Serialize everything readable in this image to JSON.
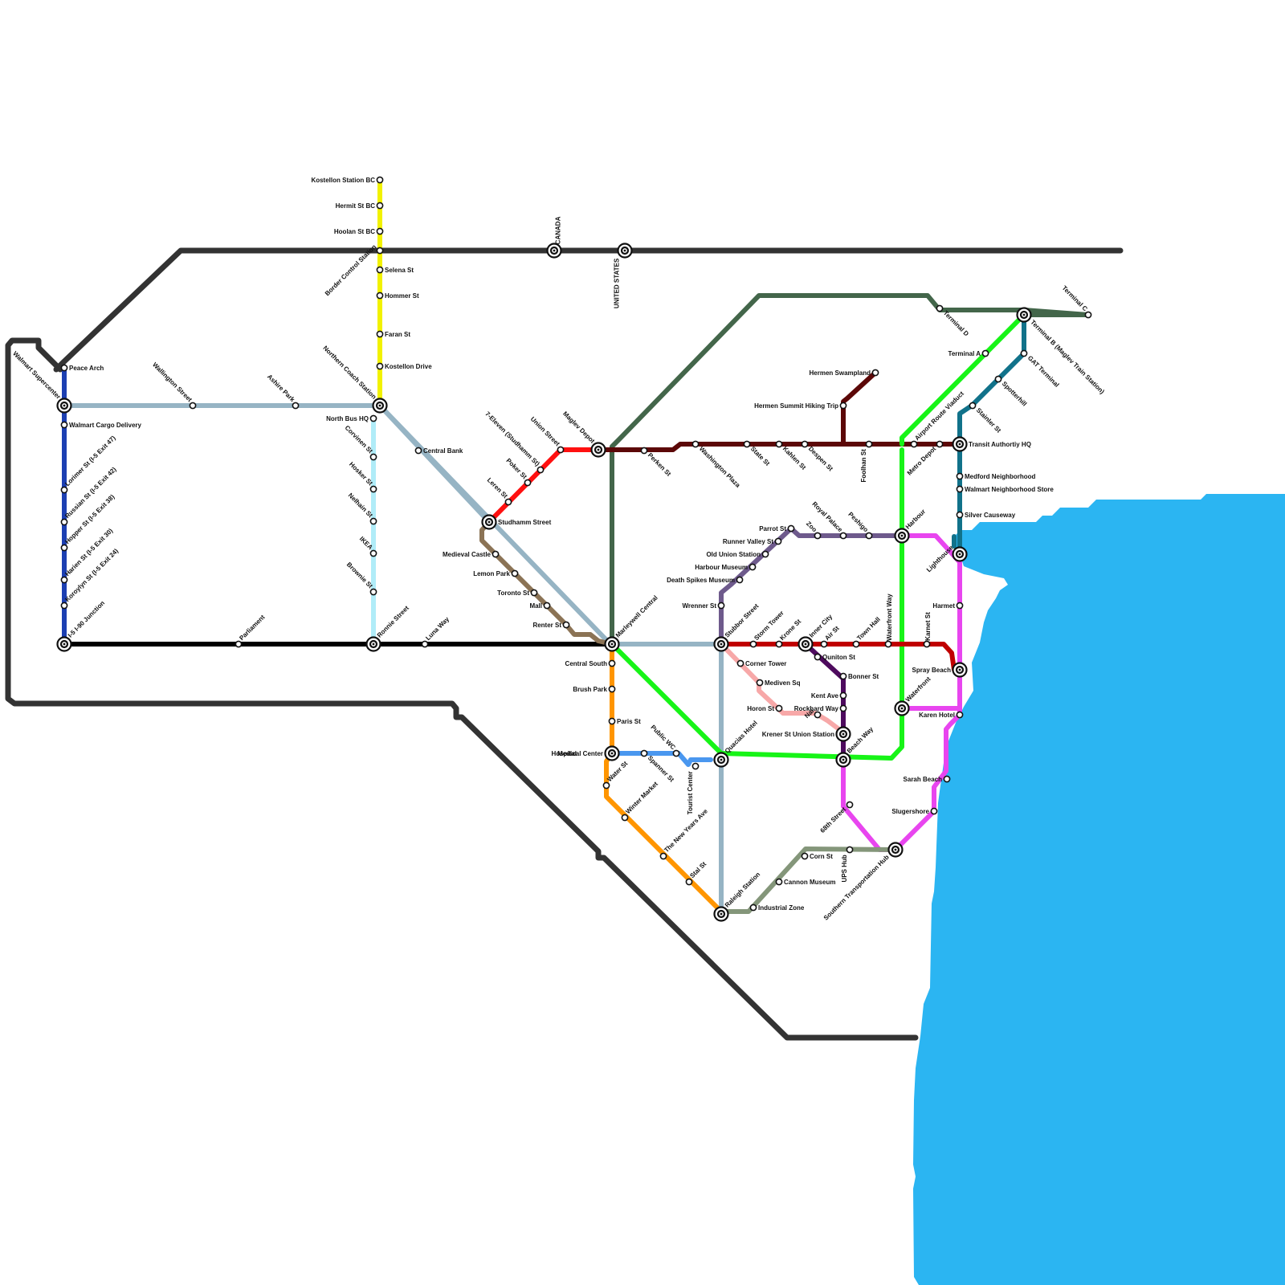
{
  "colors": {
    "border": "#333333",
    "water": "#2bb5f2",
    "yellow": "#f2f200",
    "blue": "#1c3fb2",
    "greyblue": "#96b4c4",
    "cyan": "#b0ecf8",
    "black": "#000000",
    "red": "#ff1010",
    "brown": "#8b7355",
    "darkgreen": "#43664a",
    "maroon": "#5c0808",
    "green": "#17f417",
    "purple": "#6e5a8c",
    "crimson": "#c00000",
    "pink": "#f7a8a8",
    "darkpurple": "#4e0b5e",
    "magenta": "#e845ef",
    "teal": "#11728a",
    "orange": "#ff9500",
    "lightblue": "#4a97ef",
    "olive": "#84967a"
  },
  "labels": {
    "kostellon_station_bc": "Kostellon Station BC",
    "hermit_st_bc": "Hermit St BC",
    "hoolan_st_bc": "Hoolan St BC",
    "border_control_station": "Border Control Station",
    "selena_st": "Selena St",
    "hommer_st": "Hommer St",
    "faran_st": "Faran St",
    "kostellon_drive": "Kostellon Drive",
    "northern_coach_station": "Northern Coach Station",
    "canada": "CANADA",
    "united_states": "UNITED STATES",
    "peace_arch": "Peace Arch",
    "walmart_supercenter": "Walmart Supercenter",
    "wallington_street": "Wallington Street",
    "ashire_park": "Ashire Park",
    "walmart_cargo_delivery": "Walmart Cargo Delivery",
    "lorimer_st": "Lorimer St (I-5 Exit 47)",
    "russian_st": "Russian St (I-5 Exit 42)",
    "hopper_st": "Hopper St (I-5 Exit 38)",
    "harien_st": "Harien St (I-5 Exit 30)",
    "koroylyn_st": "Koroylyn St (I-5 Exit 24)",
    "i5_i90_junction": "I-5 I-90 Junction",
    "parliament": "Parliament",
    "ronnie_street": "Ronnie Street",
    "luna_way": "Luna Way",
    "north_bus_hq": "North Bus HQ",
    "corvinen_st": "Corvinen St",
    "hosker_st": "Hosker St",
    "nelhain_st": "Nelhain St",
    "ikea": "IKEA",
    "brownie_st": "Brownie St",
    "central_bank": "Central Bank",
    "seven_eleven": "7-Eleven (Studhamm St)",
    "union_street": "Union Street",
    "maglev_depot": "Maglev Depot",
    "poker_st": "Poker St",
    "leren_st": "Leren St",
    "studhamm_street": "Studhamm Street",
    "medieval_castle": "Medieval Castle",
    "lemon_park": "Lemon Park",
    "toronto_st": "Toronto St",
    "mall": "Mall",
    "renter_st": "Renter St",
    "marleywell_central": "Marleywell Central",
    "perken_st": "Perken St",
    "washington_plaza": "Washington Plaza",
    "state_st": "State St",
    "kahlen_st": "Kahlen St",
    "despen_st": "Despen St",
    "foolhan_st": "Foolhan St",
    "hermen_swampland": "Hermen Swampland",
    "hermen_summit": "Hermen Summit Hiking Trip",
    "airport_route_viaduct": "Airport Route Viaduct",
    "metro_depot": "Metro Depot",
    "transit_authority_hq": "Transit Authortiy HQ",
    "terminal_d": "Terminal D",
    "terminal_c": "Terminal C",
    "terminal_a": "Terminal A",
    "terminal_b": "Terminal B (Maglev Train Station)",
    "gat_terminal": "GAT Terminal",
    "spotterhill": "Spotterhill",
    "stainler_st": "Stainler St",
    "medford_neighborhood": "Medford Neighborhood",
    "walmart_neighborhood_store": "Walmart Neighborhood Store",
    "silver_causeway": "Silver Causeway",
    "lighthouse": "Lighthouse",
    "harmet": "Harmet",
    "spray_beach": "Spray Beach",
    "karen_hotel": "Karen Hotel",
    "sarah_beach": "Sarah Beach",
    "slugershore": "Slugershore",
    "southern_transportation_hub": "Southern Transportation Hub",
    "harbour": "Harbour",
    "waterfront": "Waterfront",
    "royal_palace": "Royal Palace",
    "peshigo": "Peshigo",
    "zoo": "Zoo",
    "parrot_st": "Parrot St",
    "runner_valley_st": "Runner Valley St",
    "old_union_station": "Old Union Station",
    "harbour_museum": "Harbour Museum",
    "death_spikes_museum": "Death Spikes Museum",
    "wrenner_st": "Wrenner St",
    "stubbor_street": "Stubbor Street",
    "storm_tower": "Storm Tower",
    "krone_st": "Krone St",
    "inner_city": "Inner City",
    "air_st": "Air St",
    "town_hall": "Town Hall",
    "waterfront_way": "Waterfront Way",
    "karnet_st": "Karnet St",
    "quniton_st": "Quniton St",
    "bonner_st": "Bonner St",
    "kent_ave": "Kent Ave",
    "rockhard_way": "Rockhard Way",
    "krener_st_union_station": "Krener St Union Station",
    "beach_way": "Beach Way",
    "sixtyeighth_street": "68th Street",
    "corner_tower": "Corner Tower",
    "mediven_sq": "Mediven Sq",
    "horon_st": "Horon St",
    "nal": "Nal",
    "quacias_hotel": "Quacias Hotel",
    "central_south": "Central South",
    "brush_park": "Brush Park",
    "paris_st": "Paris St",
    "hospital": "Hospital",
    "medical_center": "Medical Center",
    "public_wc": "Public WC",
    "spanner_st": "Spanner St",
    "tourist_center": "Tourist Center",
    "water_st": "Water St",
    "winter_market": "Winter Market",
    "new_years_ave": "The New Years Ave",
    "stal_st": "Stal St",
    "raleigh_station": "Raleigh Station",
    "industrial_zone": "Industrial Zone",
    "cannon_museum": "Cannon Museum",
    "corn_st": "Corn St",
    "ups_hub": "UPS Hub"
  }
}
